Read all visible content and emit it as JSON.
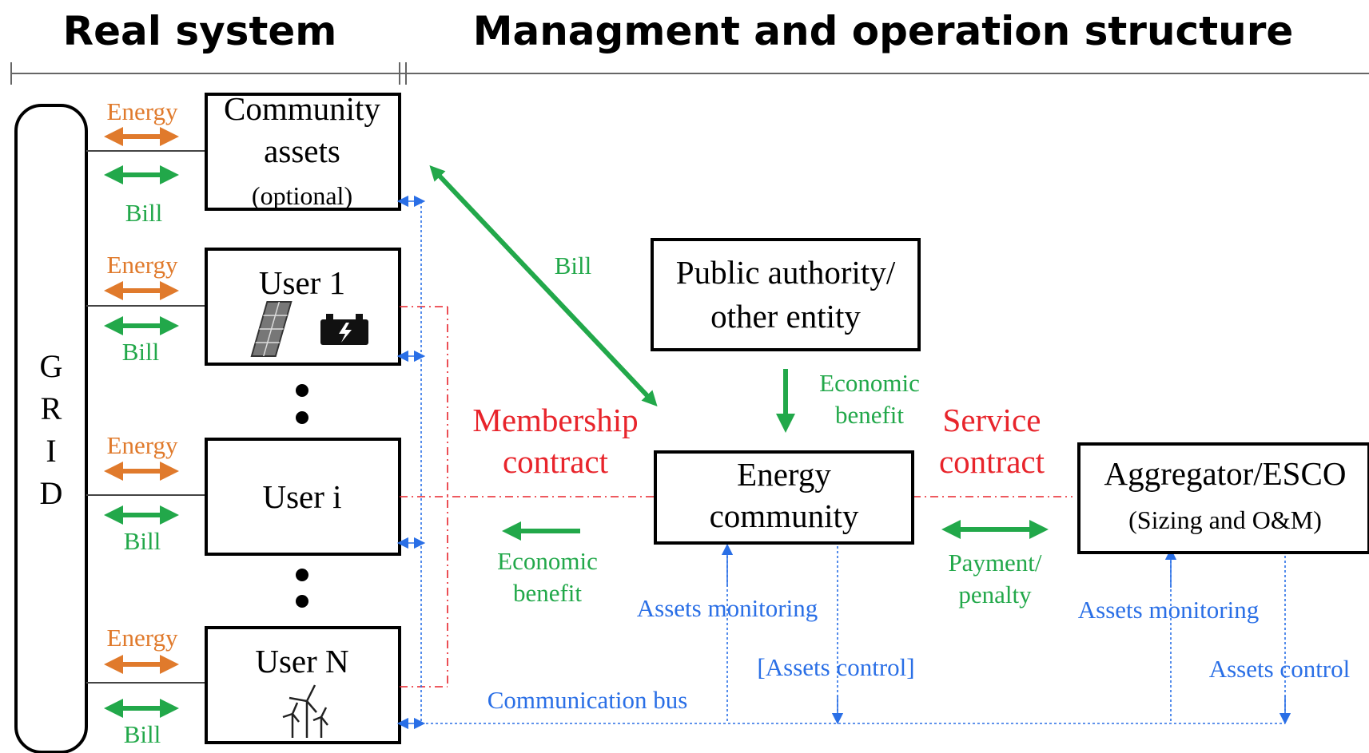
{
  "headers": {
    "left": "Real system",
    "right": "Managment and operation structure"
  },
  "grid_letters": [
    "G",
    "R",
    "I",
    "D"
  ],
  "users": [
    {
      "line1": "Community",
      "line2": "assets",
      "line3": "(optional)"
    },
    {
      "label": "User 1"
    },
    {
      "label": "User i"
    },
    {
      "label": "User N"
    }
  ],
  "flow_labels": {
    "energy": "Energy",
    "bill": "Bill"
  },
  "boxes": {
    "public_line1": "Public authority/",
    "public_line2": "other entity",
    "ec_line1": "Energy",
    "ec_line2": "community",
    "agg_line1": "Aggregator/ESCO",
    "agg_line2": "(Sizing and O&M)"
  },
  "labels": {
    "bill_diag": "Bill",
    "membership1": "Membership",
    "membership2": "contract",
    "service1": "Service",
    "service2": "contract",
    "econ_top1": "Economic",
    "econ_top2": "benefit",
    "econ_left1": "Economic",
    "econ_left2": "benefit",
    "payment1": "Payment/",
    "payment2": "penalty",
    "assets_mon_1": "Assets monitoring",
    "assets_ctrl_1": "[Assets control]",
    "assets_mon_2": "Assets monitoring",
    "assets_ctrl_2": "Assets control",
    "comm_bus": "Communication bus"
  },
  "colors": {
    "energy": "#e07a2c",
    "bill": "#22a84a",
    "contract": "#e8242b",
    "communication": "#2a6fe6"
  }
}
